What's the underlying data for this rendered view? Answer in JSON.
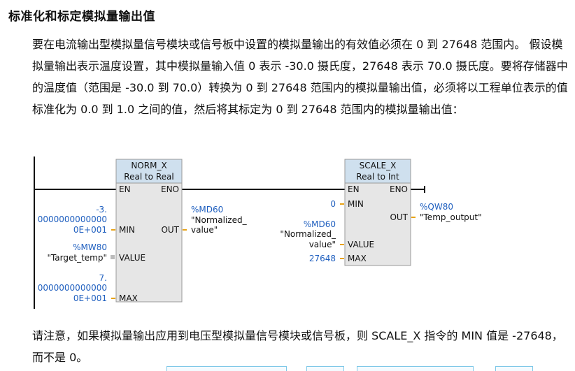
{
  "heading": "标准化和标定模拟量输出值",
  "paragraph1": "要在电流输出型模拟量信号模块或信号板中设置的模拟量输出的有效值必须在 0 到 27648 范围内。 假设模拟量输出表示温度设置，其中模拟量输入值 0 表示 -30.0 摄氏度，27648 表示 70.0 摄氏度。要将存储器中的温度值（范围是 -30.0 到 70.0）转换为 0 到 27648 范围内的模拟量输出值，必须将以工程单位表示的值标准化为 0.0 到 1.0 之间的值，然后将其标定为 0 到 27648 范围内的模拟量输出值：",
  "paragraph2": "请注意，如果模拟量输出应用到电压型模拟量信号模块或信号板，则 SCALE_X 指令的 MIN 值是 -27648，而不是 0。",
  "colors": {
    "operand_blue": "#1f5fbf",
    "box_fill": "#e6e6e6",
    "title_fill": "#cfe0ee",
    "wire_orange": "#e8a317"
  },
  "norm_block": {
    "title": "NORM_X",
    "subtitle": "Real to Real",
    "en": "EN",
    "eno": "ENO",
    "min": "MIN",
    "value": "VALUE",
    "max": "MAX",
    "out": "OUT",
    "min_operand_lines": [
      "-3.",
      "0000000000000",
      "0E+001"
    ],
    "value_address": "%MW80",
    "value_tag": "\"Target_temp\"",
    "max_operand_lines": [
      "7.",
      "0000000000000",
      "0E+001"
    ],
    "out_address": "%MD60",
    "out_tag_lines": [
      "\"Normalized_",
      "value\""
    ]
  },
  "scale_block": {
    "title": "SCALE_X",
    "subtitle": "Real to Int",
    "en": "EN",
    "eno": "ENO",
    "min": "MIN",
    "value": "VALUE",
    "max": "MAX",
    "out": "OUT",
    "min_operand": "0",
    "value_address": "%MD60",
    "value_tag_lines": [
      "\"Normalized_",
      "value\""
    ],
    "max_operand": "27648",
    "out_address": "%QW80",
    "out_tag": "\"Temp_output\""
  }
}
